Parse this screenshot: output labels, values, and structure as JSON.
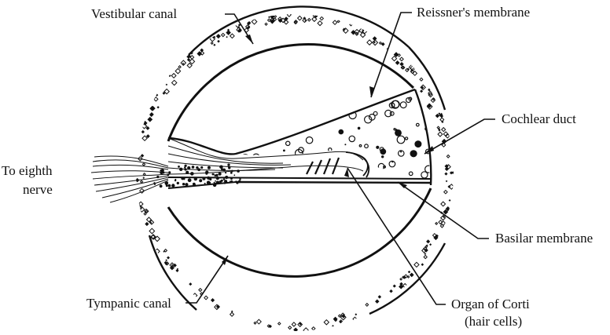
{
  "diagram": {
    "labels": {
      "vestibular_canal": "Vestibular canal",
      "reissners_membrane": "Reissner's membrane",
      "cochlear_duct": "Cochlear duct",
      "to_eighth_nerve_line1": "To eighth",
      "to_eighth_nerve_line2": "nerve",
      "basilar_membrane": "Basilar membrane",
      "tympanic_canal": "Tympanic canal",
      "organ_of_corti_line1": "Organ of Corti",
      "organ_of_corti_line2": "(hair cells)"
    },
    "colors": {
      "ink": "#111111",
      "background": "#ffffff"
    }
  }
}
